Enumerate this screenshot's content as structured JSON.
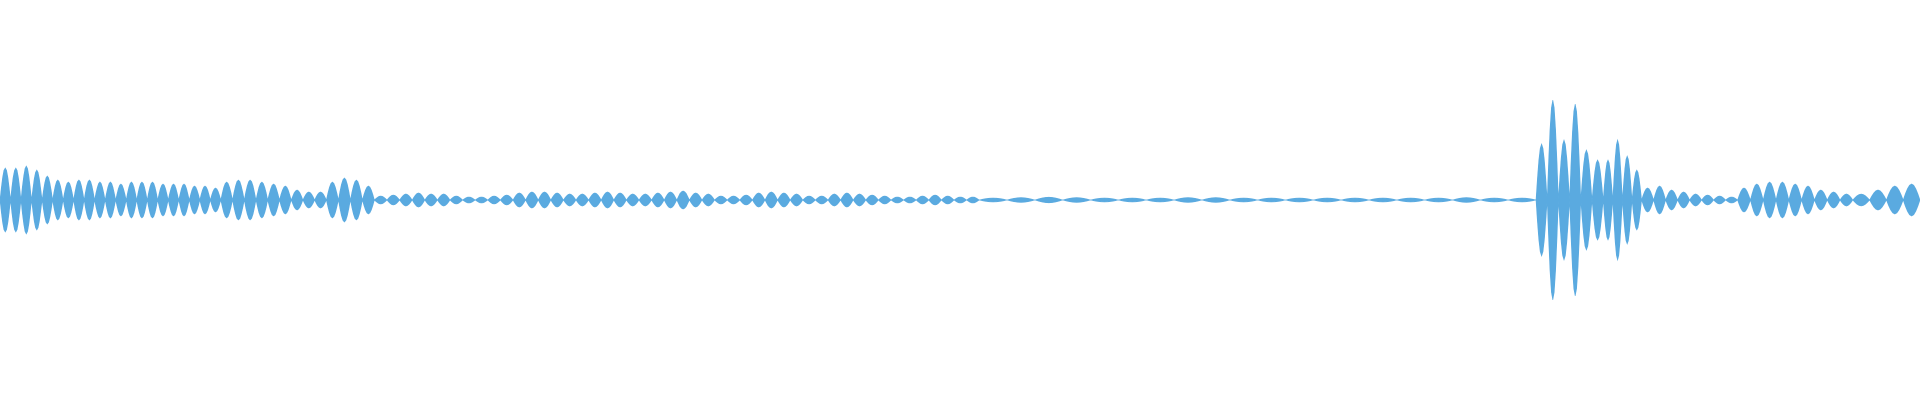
{
  "waveform": {
    "color": "#5aaae0",
    "background": "#ffffff",
    "channels": 1,
    "segments": [
      {
        "from": 0.0,
        "to": 0.115,
        "peaks": [
          0.16,
          0.16,
          0.17,
          0.15,
          0.12,
          0.1,
          0.09,
          0.1,
          0.1,
          0.09,
          0.09,
          0.08,
          0.09,
          0.09,
          0.09,
          0.08,
          0.08,
          0.08,
          0.07,
          0.07,
          0.06
        ]
      },
      {
        "from": 0.115,
        "to": 0.17,
        "peaks": [
          0.09,
          0.1,
          0.1,
          0.09,
          0.08,
          0.07,
          0.05,
          0.04,
          0.04
        ]
      },
      {
        "from": 0.17,
        "to": 0.195,
        "peaks": [
          0.09,
          0.11,
          0.1,
          0.07
        ]
      },
      {
        "from": 0.195,
        "to": 0.51,
        "peaks": [
          0.02,
          0.025,
          0.03,
          0.035,
          0.03,
          0.03,
          0.02,
          0.015,
          0.015,
          0.02,
          0.025,
          0.035,
          0.04,
          0.04,
          0.035,
          0.03,
          0.03,
          0.035,
          0.04,
          0.035,
          0.03,
          0.03,
          0.035,
          0.04,
          0.045,
          0.035,
          0.03,
          0.02,
          0.02,
          0.025,
          0.035,
          0.04,
          0.035,
          0.03,
          0.02,
          0.02,
          0.03,
          0.035,
          0.03,
          0.025,
          0.02,
          0.015,
          0.015,
          0.02,
          0.025,
          0.02,
          0.015,
          0.015
        ]
      },
      {
        "from": 0.51,
        "to": 0.8,
        "peaks": [
          0.01,
          0.012,
          0.014,
          0.012,
          0.01,
          0.01,
          0.01,
          0.012,
          0.012,
          0.01,
          0.01,
          0.01,
          0.01,
          0.01,
          0.01,
          0.01,
          0.01,
          0.012,
          0.01,
          0.01
        ]
      },
      {
        "from": 0.8,
        "to": 0.835,
        "peaks": [
          0.28,
          0.5,
          0.3,
          0.48,
          0.25,
          0.2
        ]
      },
      {
        "from": 0.835,
        "to": 0.855,
        "peaks": [
          0.2,
          0.3,
          0.22,
          0.15
        ]
      },
      {
        "from": 0.855,
        "to": 0.905,
        "peaks": [
          0.06,
          0.07,
          0.05,
          0.04,
          0.03,
          0.025,
          0.02,
          0.015
        ]
      },
      {
        "from": 0.905,
        "to": 0.965,
        "peaks": [
          0.06,
          0.08,
          0.09,
          0.09,
          0.08,
          0.07,
          0.05,
          0.04,
          0.03
        ]
      },
      {
        "from": 0.965,
        "to": 1.0,
        "peaks": [
          0.03,
          0.05,
          0.07,
          0.08
        ]
      }
    ]
  }
}
